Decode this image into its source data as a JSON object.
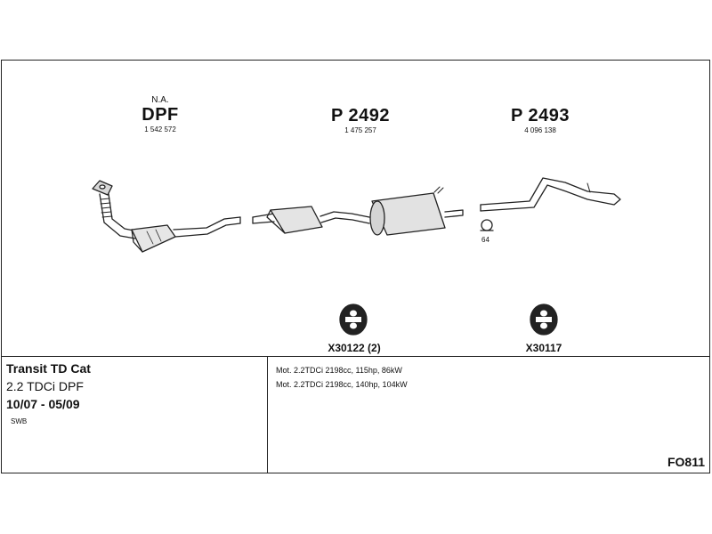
{
  "parts": [
    {
      "sub": "N.A.",
      "code": "DPF",
      "number": "1 542 572"
    },
    {
      "sub": "",
      "code": "P 2492",
      "number": "1 475 257"
    },
    {
      "sub": "",
      "code": "P 2493",
      "number": "4 096 138"
    }
  ],
  "hangers": [
    {
      "label": "X30122 (2)"
    },
    {
      "label": "X30117"
    }
  ],
  "clamp_label": "64",
  "vehicle": {
    "model": "Transit TD Cat",
    "engine": "2.2 TDCi DPF",
    "years": "10/07 - 05/09",
    "variant": "SWB"
  },
  "engines": [
    "Mot. 2.2TDCi 2198cc, 115hp, 86kW",
    "Mot. 2.2TDCi 2198cc, 140hp, 104kW"
  ],
  "diagram_code": "FO811"
}
